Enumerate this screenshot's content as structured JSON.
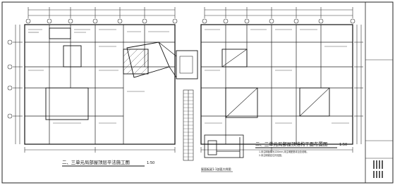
{
  "drawing": {
    "left_title": "二、三单元局部屋顶层平法施工图",
    "left_scale": "1:50",
    "right_title": "二、三单元局部屋顶结构平面布置图",
    "right_scale": "1:50",
    "section_label": "屋面板梁1-1剖面大样图",
    "right_note_1": "1.未注明板厚为120mm,未注明配筋详见总说明。",
    "right_note_2": "2.未注明梁定位详见图。"
  }
}
